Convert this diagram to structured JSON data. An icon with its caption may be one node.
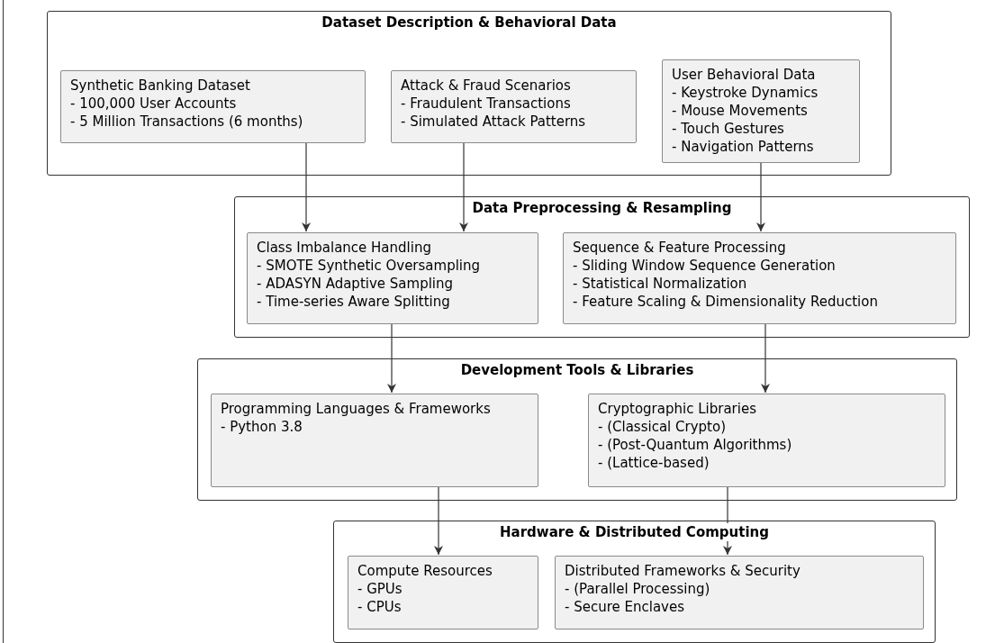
{
  "diagram": {
    "nodes": [
      {
        "text": [
          "Dataset Description & Behavioral Data"
        ]
      },
      {
        "text": [
          "Synthetic Banking Dataset",
          "- 100,000 User Accounts",
          "- 5 Million Transactions (6 months)"
        ],
        "in": 0
      },
      {
        "text": [
          "Attack & Fraud Scenarios",
          "- Fraudulent Transactions",
          "- Simulated Attack Patterns"
        ],
        "in": 0
      },
      {
        "text": [
          "User Behavioral Data",
          "- Keystroke Dynamics",
          "- Mouse Movements",
          "- Touch Gestures",
          "- Navigation Patterns"
        ],
        "in": 0
      },
      {
        "text": [
          "Data Preprocessing & Resampling"
        ]
      },
      {
        "text": [
          "Class Imbalance Handling",
          "- SMOTE Synthetic Oversampling",
          "- ADASYN Adaptive Sampling",
          "- Time-series Aware Splitting"
        ],
        "in": 4
      },
      {
        "text": [
          "Sequence & Feature Processing",
          "- Sliding Window Sequence Generation",
          "- Statistical Normalization",
          "- Feature Scaling & Dimensionality Reduction"
        ],
        "in": 4
      },
      {
        "text": [
          "Development Tools & Libraries"
        ]
      },
      {
        "text": [
          "Programming Languages & Frameworks",
          "- Python 3.8"
        ],
        "in": 7
      },
      {
        "text": [
          "Cryptographic Libraries",
          "- (Classical Crypto)",
          "- (Post-Quantum Algorithms)",
          "- (Lattice-based)"
        ],
        "in": 7
      },
      {
        "text": [
          "Hardware & Distributed Computing"
        ]
      },
      {
        "text": [
          "Compute Resources",
          "- GPUs",
          "- CPUs"
        ],
        "in": 10
      },
      {
        "text": [
          "Distributed Frameworks & Security",
          "- (Parallel Processing)",
          "- Secure Enclaves"
        ],
        "in": 10
      }
    ],
    "edges": [
      {
        "from": 1,
        "to": 5,
        "arrow": "to"
      },
      {
        "from": 2,
        "to": 5,
        "arrow": "to"
      },
      {
        "from": 3,
        "to": 6,
        "arrow": "to"
      },
      {
        "from": 5,
        "to": 8,
        "arrow": "to"
      },
      {
        "from": 6,
        "to": 9,
        "arrow": "to"
      },
      {
        "from": 8,
        "to": 11,
        "arrow": "to"
      },
      {
        "from": 9,
        "to": 12,
        "arrow": "to"
      }
    ]
  }
}
